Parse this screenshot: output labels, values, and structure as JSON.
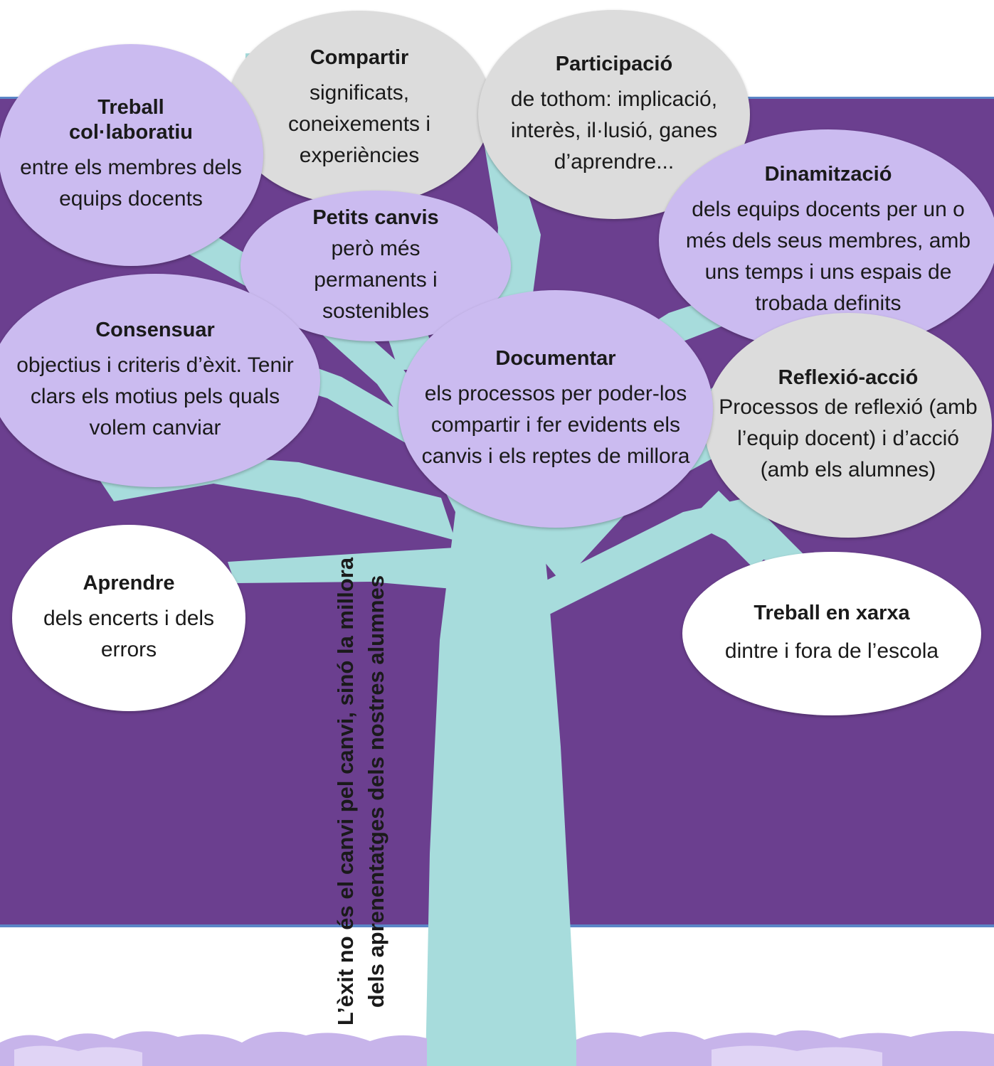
{
  "colors": {
    "panel": "#6b3f8f",
    "panel_border": "#5b86c7",
    "tree": "#a7dcdc",
    "bubble_purple": "#cbbbf0",
    "bubble_grey": "#dcdcdc",
    "bubble_white": "#ffffff",
    "grass": "#c7b4ea"
  },
  "bubbles": [
    {
      "id": "treball-collaboratiu",
      "color": "purple",
      "title": "Treball col·laboratiu",
      "body": "entre els membres dels equips docents"
    },
    {
      "id": "compartir",
      "color": "grey",
      "title": "Compartir",
      "body": "significats, coneixements i experiències"
    },
    {
      "id": "participacio",
      "color": "grey",
      "title": "Participació",
      "body": "de tothom: implicació, interès, il·lusió, ganes d’aprendre..."
    },
    {
      "id": "dinamitzacio",
      "color": "purple",
      "title": "Dinamització",
      "body": "dels equips docents per un o més dels seus membres, amb uns temps i uns espais de trobada definits"
    },
    {
      "id": "petits-canvis",
      "color": "purple",
      "title": "Petits canvis",
      "body": "però més permanents i sostenibles"
    },
    {
      "id": "consensuar",
      "color": "purple",
      "title": "Consensuar",
      "body": "objectius i criteris d’èxit. Tenir clars els motius pels quals volem canviar"
    },
    {
      "id": "documentar",
      "color": "purple",
      "title": "Documentar",
      "body": "els processos per poder-los compartir i fer evidents els canvis i els reptes de millora"
    },
    {
      "id": "reflexio-accio",
      "color": "grey",
      "title": "Reflexió-acció",
      "body": "Processos de reflexió (amb l’equip docent) i d’acció (amb els alumnes)"
    },
    {
      "id": "aprendre",
      "color": "white",
      "title": "Aprendre",
      "body": "dels encerts i dels errors"
    },
    {
      "id": "treball-en-xarxa",
      "color": "white",
      "title": "Treball en xarxa",
      "body": "dintre i fora de l’escola"
    }
  ],
  "trunk_text": {
    "line1": "L’èxit no és el canvi pel canvi, sinó la millora",
    "line2": "dels aprenentatges dels nostres alumnes"
  }
}
